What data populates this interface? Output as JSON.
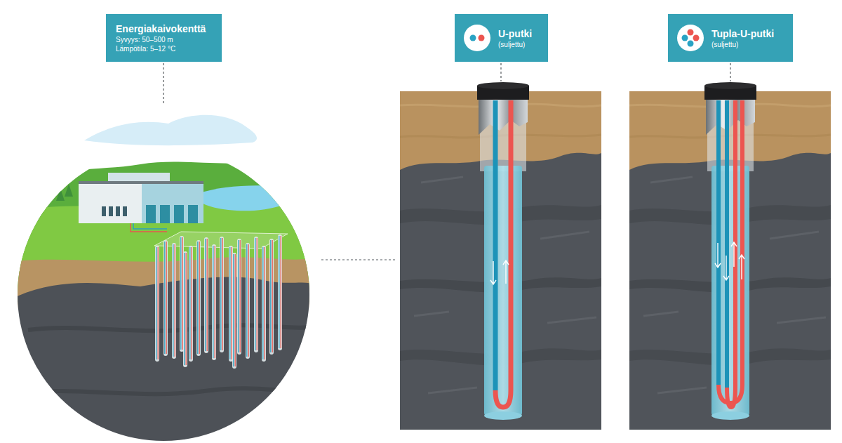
{
  "diagram": {
    "nodes": [
      {
        "text": [
          "Energiakaivokenttä",
          "Syvyys: 50–500 m",
          "Lämpötila: 5–12 °C"
        ]
      },
      {
        "text": [
          "U-putki",
          "(suljettu)"
        ]
      },
      {
        "text": [
          "Tupla-U-putki",
          "(suljettu)"
        ]
      }
    ]
  }
}
